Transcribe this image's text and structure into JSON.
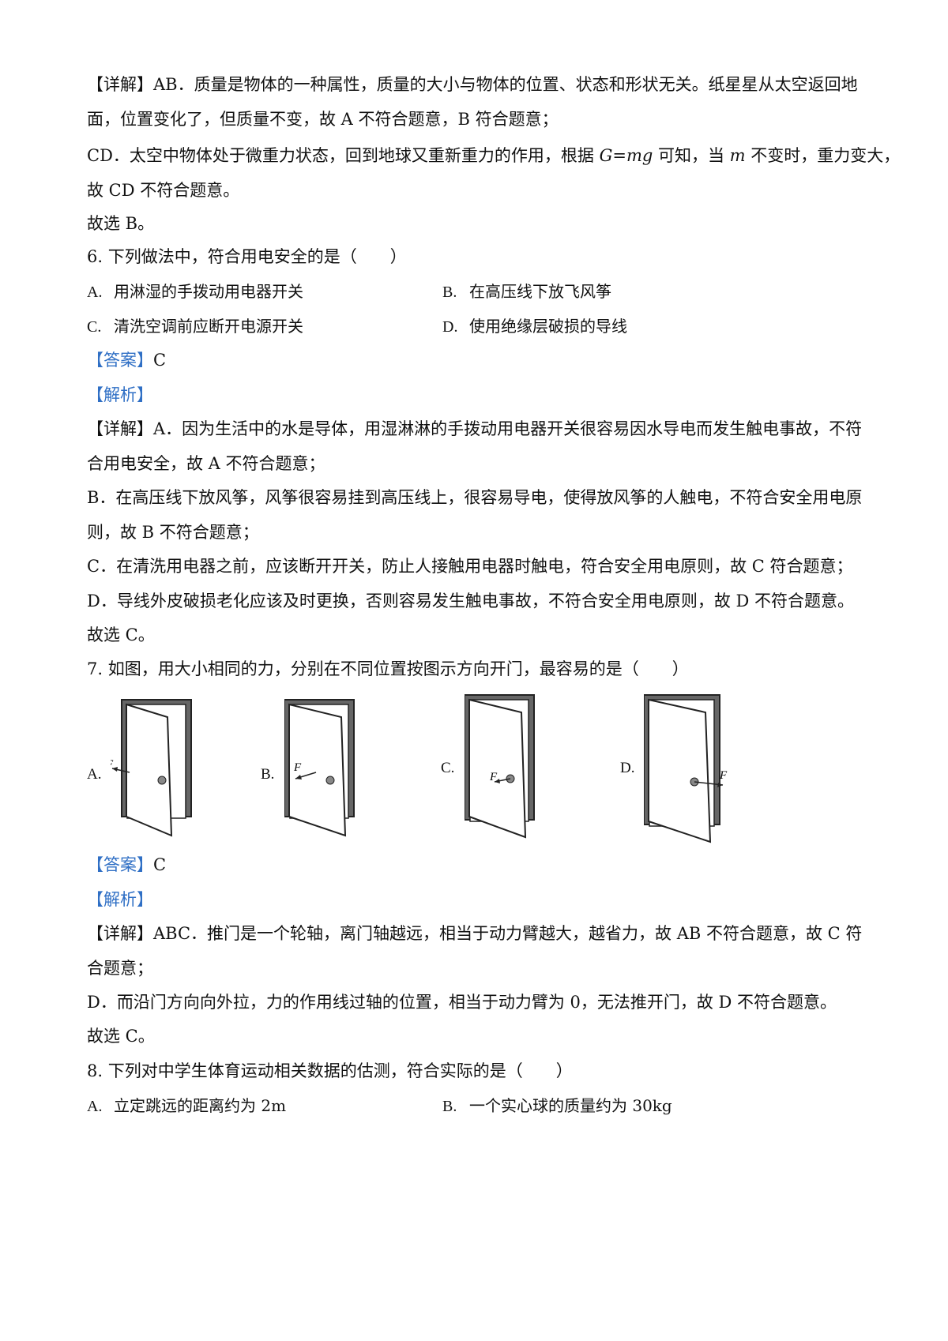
{
  "p5": {
    "l1": "【详解】AB．质量是物体的一种属性，质量的大小与物体的位置、状态和形状无关。纸星星从太空返回地",
    "l2": "面，位置变化了，但质量不变，故 A 不符合题意，B 符合题意；",
    "l3a": "CD．太空中物体处于微重力状态，回到地球又重新重力的作用，根据 ",
    "l3f": "G=mg",
    "l3b": " 可知，当 ",
    "l3m": "m",
    "l3c": " 不变时，重力变大，",
    "l4": "故 CD 不符合题意。",
    "l5": "故选 B。"
  },
  "q6": {
    "stem": "6. 下列做法中，符合用电安全的是（　　）",
    "options": [
      {
        "label": "A.",
        "text": "用淋湿的手拨动用电器开关"
      },
      {
        "label": "B.",
        "text": "在高压线下放飞风筝"
      },
      {
        "label": "C.",
        "text": "清洗空调前应断开电源开关"
      },
      {
        "label": "D.",
        "text": "使用绝缘层破损的导线"
      }
    ],
    "answer_tag": "【答案】",
    "answer": "C",
    "analysis_tag": "【解析】",
    "d1": "【详解】A．因为生活中的水是导体，用湿淋淋的手拨动用电器开关很容易因水导电而发生触电事故，不符",
    "d2": "合用电安全，故 A 不符合题意；",
    "d3": "B．在高压线下放风筝，风筝很容易挂到高压线上，很容易导电，使得放风筝的人触电，不符合安全用电原",
    "d4": "则，故 B 不符合题意；",
    "d5": "C．在清洗用电器之前，应该断开开关，防止人接触用电器时触电，符合安全用电原则，故 C 符合题意；",
    "d6": "D．导线外皮破损老化应该及时更换，否则容易发生触电事故，不符合安全用电原则，故 D 不符合题意。",
    "d7": "故选 C。"
  },
  "q7": {
    "stem": "7. 如图，用大小相同的力，分别在不同位置按图示方向开门，最容易的是（　　）",
    "doors": [
      {
        "label": "A.",
        "force": "F"
      },
      {
        "label": "B.",
        "force": "F"
      },
      {
        "label": "C.",
        "force": "F"
      },
      {
        "label": "D.",
        "force": "F"
      }
    ],
    "answer_tag": "【答案】",
    "answer": "C",
    "analysis_tag": "【解析】",
    "d1": "【详解】ABC．推门是一个轮轴，离门轴越远，相当于动力臂越大，越省力，故 AB 不符合题意，故 C 符",
    "d2": "合题意；",
    "d3": "D．而沿门方向向外拉，力的作用线过轴的位置，相当于动力臂为 0，无法推开门，故 D 不符合题意。",
    "d4": "故选 C。"
  },
  "q8": {
    "stem": "8. 下列对中学生体育运动相关数据的估测，符合实际的是（　　）",
    "options": [
      {
        "label": "A.",
        "text": "立定跳远的距离约为 2m"
      },
      {
        "label": "B.",
        "text": "一个实心球的质量约为 30kg"
      }
    ]
  }
}
